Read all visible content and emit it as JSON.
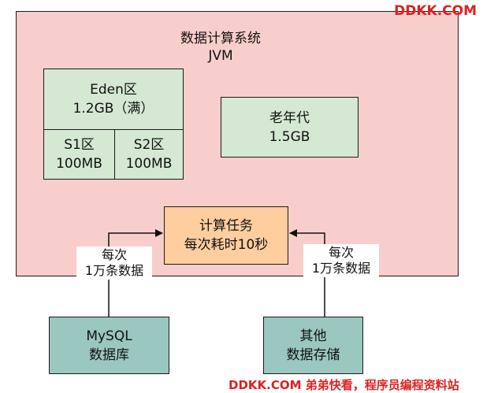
{
  "jvm": {
    "title_line1": "数据计算系统",
    "title_line2": "JVM"
  },
  "eden": {
    "line1": "Eden区",
    "line2": "1.2GB（满）"
  },
  "s1": {
    "line1": "S1区",
    "line2": "100MB"
  },
  "s2": {
    "line1": "S2区",
    "line2": "100MB"
  },
  "old_gen": {
    "line1": "老年代",
    "line2": "1.5GB"
  },
  "task": {
    "line1": "计算任务",
    "line2": "每次耗时10秒"
  },
  "mysql": {
    "line1": "MySQL",
    "line2": "数据库"
  },
  "other_storage": {
    "line1": "其他",
    "line2": "数据存储"
  },
  "edge_left": {
    "line1": "每次",
    "line2": "1万条数据"
  },
  "edge_right": {
    "line1": "每次",
    "line2": "1万条数据"
  },
  "watermark": {
    "top": "DDKK.COM",
    "bottom": "DDKK.COM 弟弟快看，程序员编程资料站"
  },
  "colors": {
    "jvm_fill": "#f8cecc",
    "memory_fill": "#d5e8d4",
    "task_fill": "#ffce9f",
    "source_fill": "#9ac7bf",
    "watermark": "#e02020"
  }
}
